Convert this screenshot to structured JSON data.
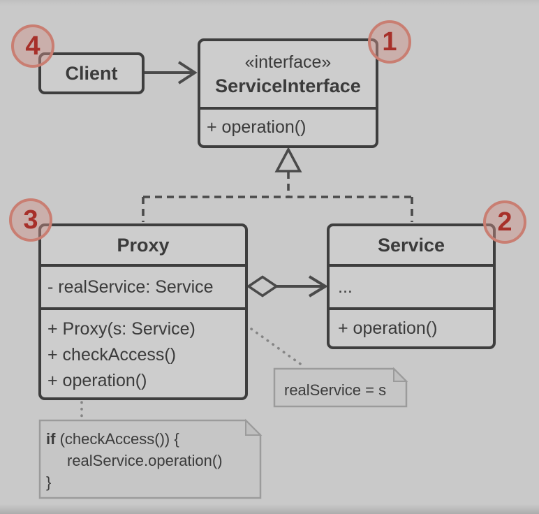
{
  "diagram_type": "uml-class-diagram",
  "pattern": "Proxy",
  "classes": {
    "client": {
      "name": "Client"
    },
    "service_interface": {
      "stereotype": "«interface»",
      "name": "ServiceInterface",
      "methods": [
        "+ operation()"
      ]
    },
    "proxy": {
      "name": "Proxy",
      "attributes": [
        "- realService: Service"
      ],
      "methods": [
        "+ Proxy(s: Service)",
        "+ checkAccess()",
        "+ operation()"
      ]
    },
    "service": {
      "name": "Service",
      "attributes": [
        "..."
      ],
      "methods": [
        "+ operation()"
      ]
    }
  },
  "notes": {
    "assignment": {
      "text": "realService = s"
    },
    "code": {
      "keyword": "if",
      "line1_rest": " (checkAccess()) {",
      "line2": "realService.operation()",
      "line3": "}"
    }
  },
  "badges": [
    "1",
    "2",
    "3",
    "4"
  ],
  "colors": {
    "background": "#c9c9c9",
    "box_fill": "#cdcdcd",
    "box_border": "#3e3e3e",
    "text": "#3b3b3b",
    "line": "#4a4a4a",
    "badge_fill": "rgba(205,145,135,0.45)",
    "badge_border": "#c97e72",
    "badge_number": "#a7302a",
    "note_fill": "#c6c6c6",
    "note_border": "#9b9b9b",
    "note_connector": "#858585"
  }
}
